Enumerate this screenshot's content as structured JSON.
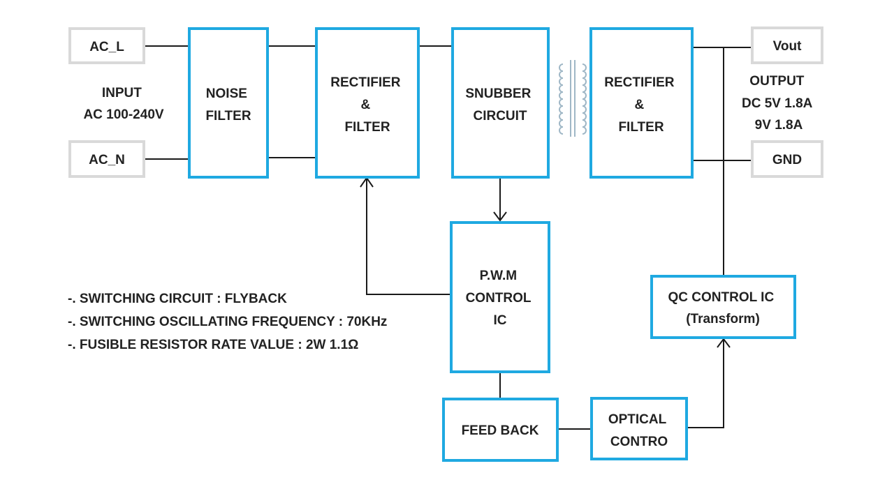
{
  "colors": {
    "block_border": "#1fa9e1",
    "terminal_border": "#d9d9d9",
    "line": "#1a1a1a",
    "text": "#222222",
    "transformer": "#9fb7c6"
  },
  "terminals": {
    "ac_l": "AC_L",
    "ac_n": "AC_N",
    "vout": "Vout",
    "gnd": "GND"
  },
  "labels": {
    "input": [
      "INPUT",
      "AC 100-240V"
    ],
    "output": [
      "OUTPUT",
      "DC 5V 1.8A",
      "9V 1.8A"
    ]
  },
  "blocks": {
    "noise_filter": [
      "NOISE",
      "FILTER"
    ],
    "rectifier_in": [
      "RECTIFIER",
      "&",
      "FILTER"
    ],
    "snubber": [
      "SNUBBER",
      "CIRCUIT"
    ],
    "rectifier_out": [
      "RECTIFIER",
      "&",
      "FILTER"
    ],
    "pwm": [
      "P.W.M",
      "CONTROL",
      "IC"
    ],
    "qc": [
      "QC CONTROL IC",
      "(Transform)"
    ],
    "feedback": [
      "FEED BACK"
    ],
    "optical": [
      "OPTICAL",
      "CONTRO"
    ]
  },
  "notes": [
    "-. SWITCHING CIRCUIT : FLYBACK",
    "-. SWITCHING OSCILLATING FREQUENCY : 70KHz",
    "-. FUSIBLE RESISTOR RATE VALUE : 2W 1.1Ω"
  ],
  "icons": {
    "transformer": "transformer-icon",
    "arrow": "arrowhead-icon"
  }
}
